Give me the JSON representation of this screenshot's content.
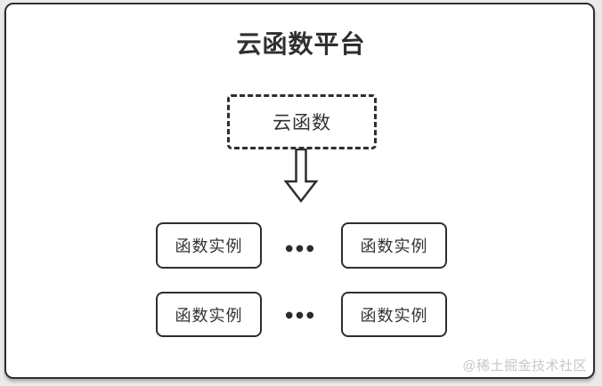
{
  "diagram": {
    "title": "云函数平台",
    "cloud_function": {
      "label": "云函数"
    },
    "arrow_icon": "down-arrow",
    "instance_rows": [
      {
        "left": "函数实例",
        "ellipsis": "●●●",
        "right": "函数实例"
      },
      {
        "left": "函数实例",
        "ellipsis": "●●●",
        "right": "函数实例"
      }
    ]
  },
  "watermark": "@稀土掘金技术社区",
  "colors": {
    "border": "#2e2e2e",
    "text": "#333333",
    "watermark": "#c7c7c7",
    "box_background": "#ffffff",
    "page_background": "#eaeaea"
  }
}
